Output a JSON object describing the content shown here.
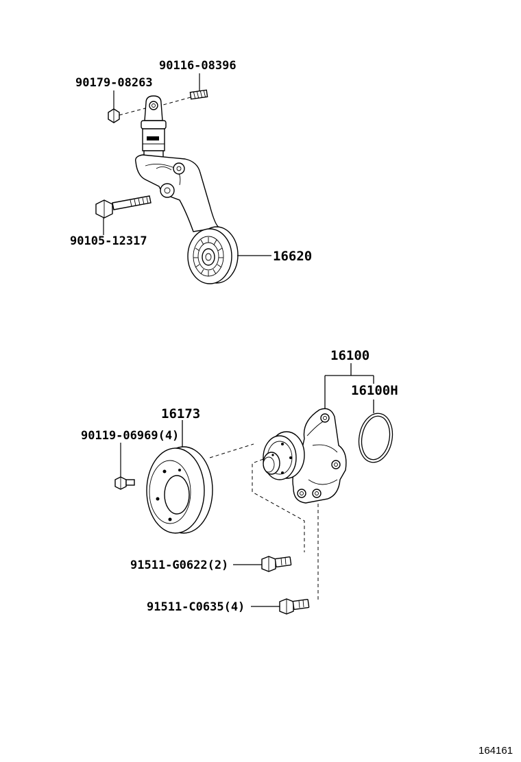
{
  "labels": {
    "p90116_08396": "90116-08396",
    "p90179_08263": "90179-08263",
    "p90105_12317": "90105-12317",
    "p16620": "16620",
    "p16100": "16100",
    "p16100H": "16100H",
    "p16173": "16173",
    "p90119_06969": "90119-06969(4)",
    "p91511_G0622": "91511-G0622(2)",
    "p91511_C0635": "91511-C0635(4)"
  },
  "figure_number": "164161"
}
